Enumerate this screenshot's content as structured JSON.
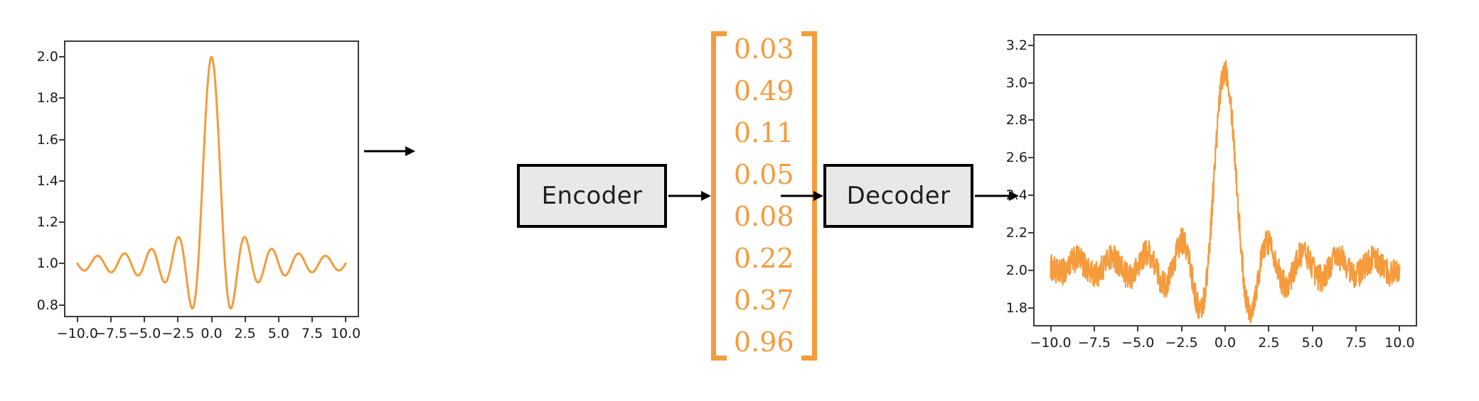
{
  "diagram": {
    "type": "autoencoder-pipeline",
    "accent_color": "#F59B3C",
    "box_fill": "#e8e8e8",
    "box_border": "#000000",
    "axis_color": "#3c3c3c",
    "encoder_label": "Encoder",
    "decoder_label": "Decoder",
    "arrows": [
      {
        "name": "input-to-encoder"
      },
      {
        "name": "encoder-to-latent"
      },
      {
        "name": "latent-to-decoder"
      },
      {
        "name": "decoder-to-output"
      }
    ]
  },
  "latent_vector": {
    "name": "latent-code",
    "values": [
      "0.03",
      "0.49",
      "0.11",
      "0.05",
      "0.08",
      "0.22",
      "0.37",
      "0.96"
    ]
  },
  "chart_data": [
    {
      "name": "input-signal",
      "type": "line",
      "title": "",
      "xlabel": "",
      "ylabel": "",
      "xlim": [
        -11.0,
        11.0
      ],
      "ylim": [
        0.74,
        2.08
      ],
      "xticks": [
        -10.0,
        -7.5,
        -5.0,
        -2.5,
        0.0,
        2.5,
        5.0,
        7.5,
        10.0
      ],
      "xtick_labels": [
        "−10.0",
        "−7.5",
        "−5.0",
        "−2.5",
        "0.0",
        "2.5",
        "5.0",
        "7.5",
        "10.0"
      ],
      "yticks": [
        0.8,
        1.0,
        1.2,
        1.4,
        1.6,
        1.8,
        2.0
      ],
      "ytick_labels": [
        "0.8",
        "1.0",
        "1.2",
        "1.4",
        "1.6",
        "1.8",
        "2.0"
      ],
      "grid": false,
      "legend": null,
      "series": [
        {
          "name": "sinc",
          "color": "#F59B3C",
          "formula": "sinc",
          "offset": 1.0,
          "amplitude": 1.0,
          "frequency": 1.0,
          "noise": 0.0,
          "x_start": -10.0,
          "x_end": 10.0,
          "n_points": 1200
        }
      ]
    },
    {
      "name": "reconstructed-signal",
      "type": "line",
      "title": "",
      "xlabel": "",
      "ylabel": "",
      "xlim": [
        -11.0,
        11.0
      ],
      "ylim": [
        1.7,
        3.26
      ],
      "xticks": [
        -10.0,
        -7.5,
        -5.0,
        -2.5,
        0.0,
        2.5,
        5.0,
        7.5,
        10.0
      ],
      "xtick_labels": [
        "−10.0",
        "−7.5",
        "−5.0",
        "−2.5",
        "0.0",
        "2.5",
        "5.0",
        "7.5",
        "10.0"
      ],
      "yticks": [
        1.8,
        2.0,
        2.2,
        2.4,
        2.6,
        2.8,
        3.0,
        3.2
      ],
      "ytick_labels": [
        "1.8",
        "2.0",
        "2.2",
        "2.4",
        "2.6",
        "2.8",
        "3.0",
        "3.2"
      ],
      "grid": false,
      "legend": null,
      "series": [
        {
          "name": "noisy-sinc",
          "color": "#F59B3C",
          "formula": "sinc",
          "offset": 2.02,
          "amplitude": 1.05,
          "frequency": 1.0,
          "noise": 0.072,
          "x_start": -10.0,
          "x_end": 10.0,
          "n_points": 1100
        }
      ]
    }
  ]
}
